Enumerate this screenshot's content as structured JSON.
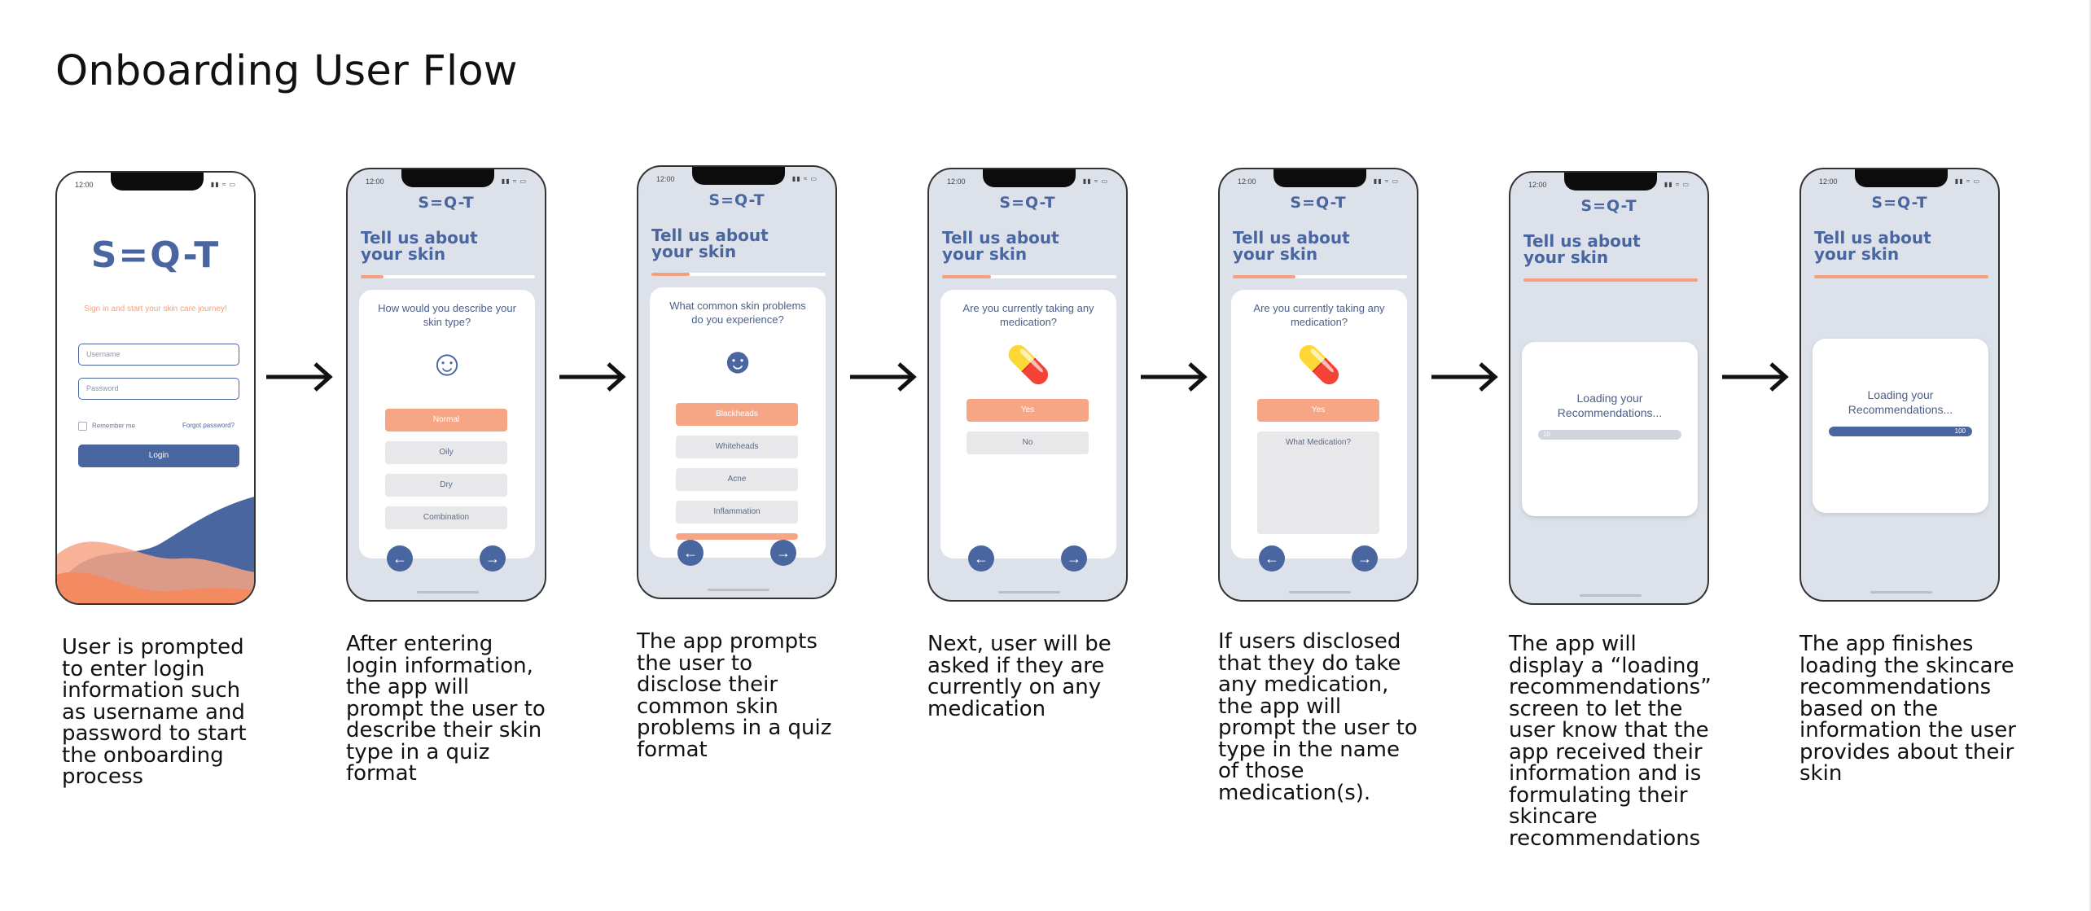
{
  "title": "Onboarding User Flow",
  "logo": "S=Q-T",
  "time": "12:00",
  "status_icons": "▮▮ ≈ ▭",
  "screens": {
    "login": {
      "tagline": "Sign in and start your skin care journey!",
      "username_placeholder": "Username",
      "password_placeholder": "Password",
      "remember": "Remember me",
      "forgot": "Forgot password?",
      "login_button": "Login"
    },
    "heading": "Tell us about your skin",
    "skin_type": {
      "question": "How would you describe your skin type?",
      "options": [
        "Normal",
        "Oily",
        "Dry",
        "Combination"
      ]
    },
    "problems": {
      "question": "What common skin problems do you experience?",
      "options": [
        "Blackheads",
        "Whiteheads",
        "Acne",
        "Inflammation"
      ]
    },
    "medication": {
      "question": "Are you currently taking any medication?",
      "options": [
        "Yes",
        "No"
      ]
    },
    "medication_detail": {
      "question": "Are you currently taking any medication?",
      "selected": "Yes",
      "textarea": "What Medication?"
    },
    "loading1": {
      "text": "Loading your Recommendations...",
      "value": "10",
      "progress": 0.02
    },
    "loading2": {
      "text": "Loading your Recommendations...",
      "value": "100",
      "progress": 1.0
    }
  },
  "captions": [
    "User is prompted to enter login information such as username and password to start the onboarding process",
    "After entering login information, the app will prompt the user to describe their skin type in a quiz format",
    "The app prompts the user to disclose their common skin problems in a quiz format",
    "Next, user will be asked if they are currently on any medication",
    "If users disclosed that they do take any medication, the app will prompt the user to type in the name of those medication(s).",
    "The app will display a “loading recommendations” screen to let the user know that the app received their information and is formulating their skincare recommendations",
    "The app finishes loading the skincare recommendations based on the information the user provides about their skin"
  ],
  "quiz_progress": [
    0.13,
    0.22,
    0.28,
    0.36
  ],
  "colors": {
    "primary": "#4a66a0",
    "accent": "#f4a07c",
    "screen_bg": "#dde2ea"
  }
}
